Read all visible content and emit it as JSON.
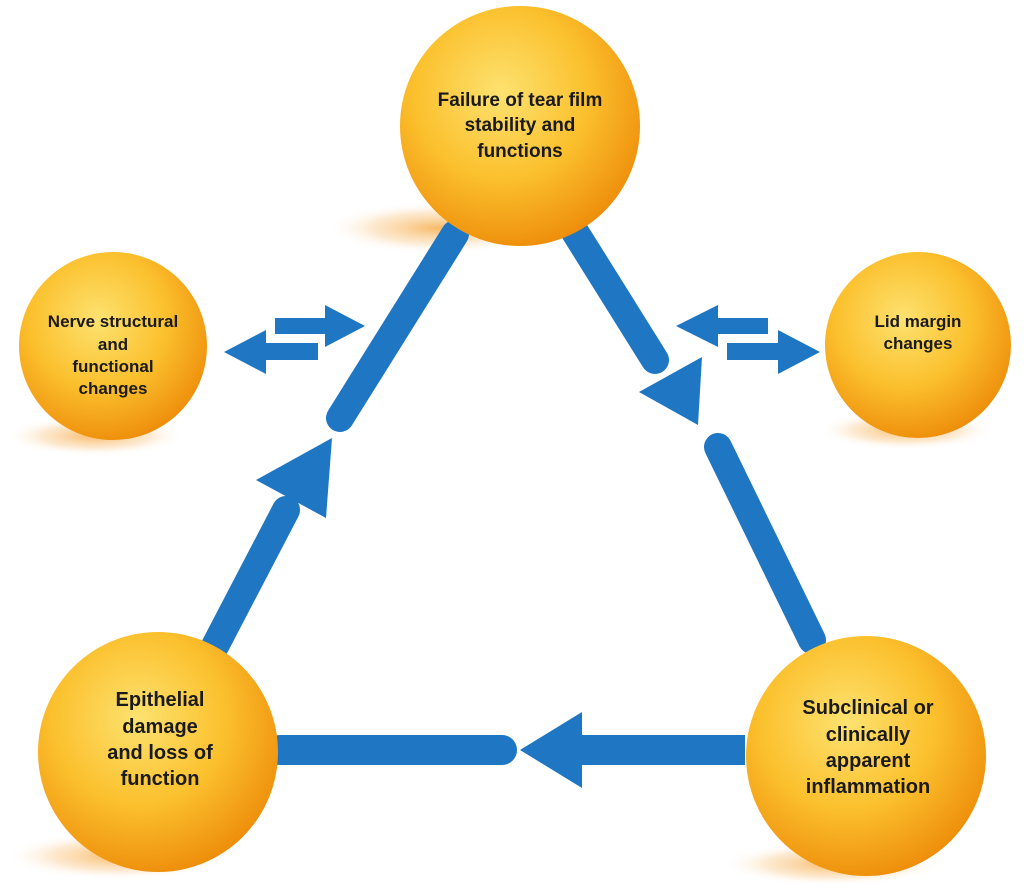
{
  "colors": {
    "circle_light": "#fde270",
    "circle_mid": "#fbc02d",
    "circle_dark": "#ee8e0b",
    "shadow": "#f6a335",
    "arrow_blue": "#1f76c2",
    "text": "#1a1a1a"
  },
  "nodes": {
    "top": {
      "lines": [
        "Failure of tear film",
        "stability and",
        "functions"
      ]
    },
    "left": {
      "lines": [
        "Nerve structural",
        "and",
        "functional",
        "changes"
      ]
    },
    "right": {
      "lines": [
        "Lid margin",
        "changes"
      ]
    },
    "bottom_left": {
      "lines": [
        "Epithelial",
        "damage",
        "and loss of",
        "function"
      ]
    },
    "bottom_right": {
      "lines": [
        "Subclinical or",
        "clinically",
        "apparent",
        "inflammation"
      ]
    }
  },
  "links": [
    {
      "from": "top",
      "to": "bottom_right",
      "kind": "cycle-arrow"
    },
    {
      "from": "bottom_right",
      "to": "bottom_left",
      "kind": "cycle-arrow"
    },
    {
      "from": "bottom_left",
      "to": "top",
      "kind": "cycle-arrow"
    },
    {
      "from": "left",
      "to": "cycle",
      "kind": "bidirectional"
    },
    {
      "from": "right",
      "to": "cycle",
      "kind": "bidirectional"
    }
  ]
}
